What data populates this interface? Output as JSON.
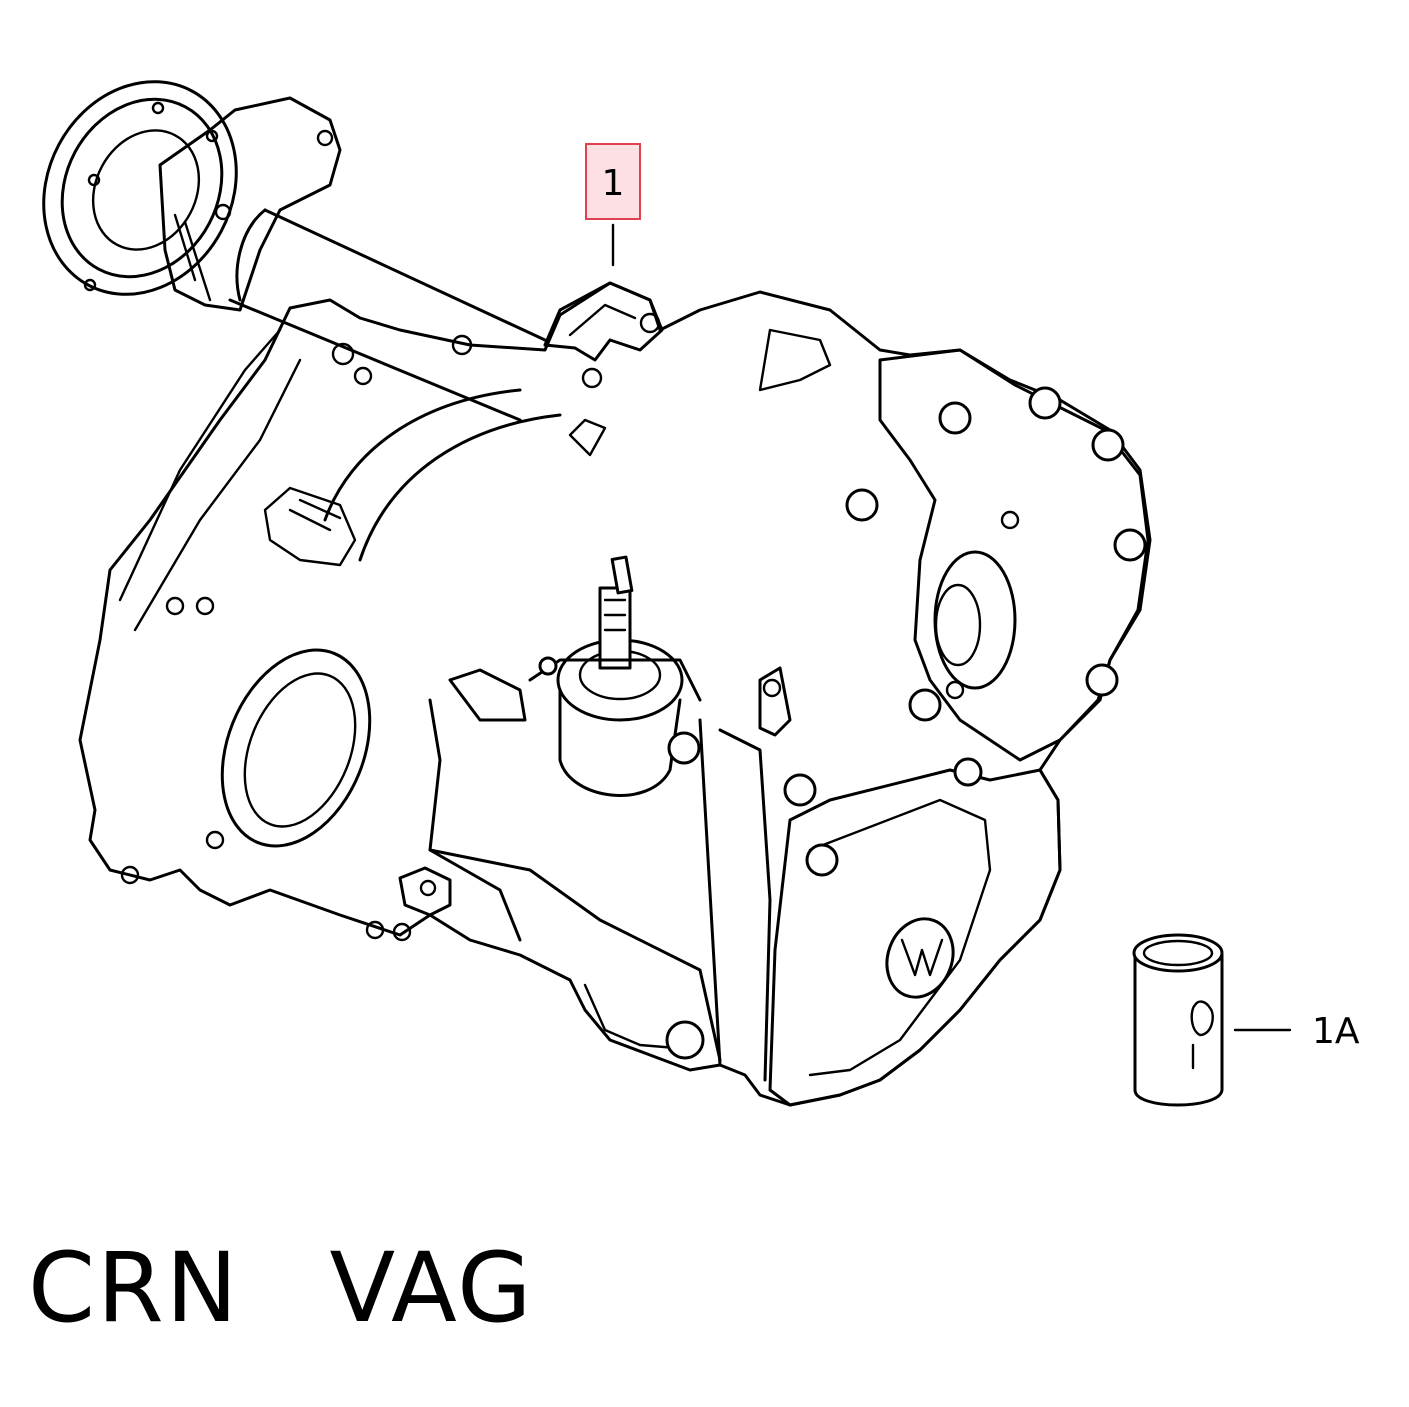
{
  "diagram": {
    "callouts": [
      {
        "id": "1",
        "label": "1",
        "highlighted": true,
        "highlight_fill": "#fde0e4",
        "highlight_stroke": "#e04050"
      },
      {
        "id": "1A",
        "label": "1A",
        "highlighted": false
      }
    ]
  },
  "footer": {
    "left_code": "CRN",
    "brand": "VAG"
  },
  "colors": {
    "line": "#000000",
    "background": "#ffffff",
    "highlight_fill": "#fde0e4",
    "highlight_stroke": "#e04050"
  }
}
